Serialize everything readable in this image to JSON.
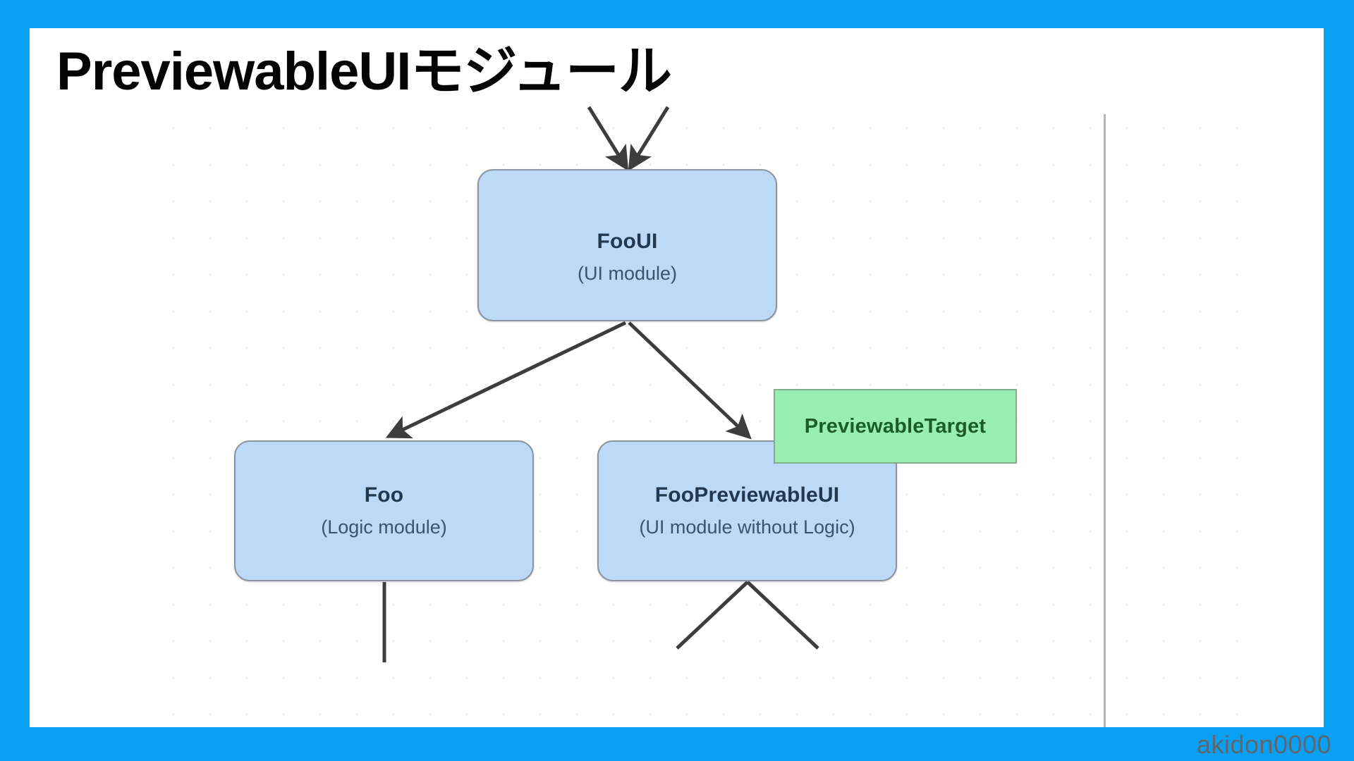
{
  "slide": {
    "title": "PreviewableUIモジュール",
    "watermark": "akidon0000",
    "frame_color": "#07A0F5",
    "card_color": "#ffffff"
  },
  "diagram": {
    "type": "flowchart",
    "node_fill": "#BDD9F8",
    "node_border": "#8A939E",
    "tag_fill": "#99EFB2",
    "tag_border": "#7FAE89",
    "edge_color": "#3D3D3D",
    "nodes": [
      {
        "id": "fooui",
        "title": "FooUI",
        "subtitle": "(UI module)",
        "shape": "rounded-rect",
        "kind": "module"
      },
      {
        "id": "foo",
        "title": "Foo",
        "subtitle": "(Logic module)",
        "shape": "rounded-rect",
        "kind": "module"
      },
      {
        "id": "foopreviewableui",
        "title": "FooPreviewableUI",
        "subtitle": "(UI module without Logic)",
        "shape": "rounded-rect",
        "kind": "module"
      },
      {
        "id": "previewabletarget",
        "title": "PreviewableTarget",
        "subtitle": "",
        "shape": "rect",
        "kind": "tag"
      }
    ],
    "edges": [
      {
        "from": "above-offscreen-left",
        "to": "fooui",
        "arrow": "down"
      },
      {
        "from": "above-offscreen-right",
        "to": "fooui",
        "arrow": "down"
      },
      {
        "from": "fooui",
        "to": "foo",
        "arrow": "down-left"
      },
      {
        "from": "fooui",
        "to": "foopreviewableui",
        "arrow": "down-right"
      },
      {
        "from": "foo",
        "to": "below-offscreen",
        "arrow": "none"
      },
      {
        "from": "foopreviewableui",
        "to": "below-offscreen-left",
        "arrow": "none"
      },
      {
        "from": "foopreviewableui",
        "to": "below-offscreen-right",
        "arrow": "none"
      }
    ]
  }
}
